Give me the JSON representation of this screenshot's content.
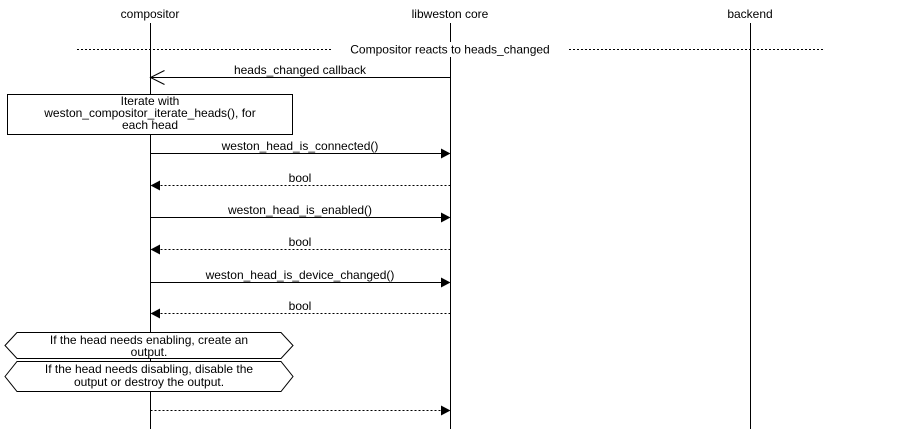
{
  "diagram": {
    "type": "uml-sequence",
    "colors": {
      "line": "#000000",
      "text": "#000000",
      "background": "#ffffff"
    }
  },
  "participants": [
    {
      "label": "compositor"
    },
    {
      "label": "libweston core"
    },
    {
      "label": "backend"
    }
  ],
  "divider": {
    "label": "Compositor reacts to heads_changed"
  },
  "messages": [
    {
      "label": "heads_changed callback",
      "from": "libweston core",
      "to": "compositor",
      "line": "solid",
      "head": "open"
    },
    {
      "label": "weston_head_is_connected()",
      "from": "compositor",
      "to": "libweston core",
      "line": "solid",
      "head": "filled"
    },
    {
      "label": "bool",
      "from": "libweston core",
      "to": "compositor",
      "line": "dotted",
      "head": "filled"
    },
    {
      "label": "weston_head_is_enabled()",
      "from": "compositor",
      "to": "libweston core",
      "line": "solid",
      "head": "filled"
    },
    {
      "label": "bool",
      "from": "libweston core",
      "to": "compositor",
      "line": "dotted",
      "head": "filled"
    },
    {
      "label": "weston_head_is_device_changed()",
      "from": "compositor",
      "to": "libweston core",
      "line": "solid",
      "head": "filled"
    },
    {
      "label": "bool",
      "from": "libweston core",
      "to": "compositor",
      "line": "dotted",
      "head": "filled"
    },
    {
      "label": "",
      "from": "compositor",
      "to": "libweston core",
      "line": "dotted",
      "head": "filled"
    }
  ],
  "notes": [
    {
      "type": "box",
      "lines": [
        "Iterate with",
        "weston_compositor_iterate_heads(), for",
        "each head"
      ]
    },
    {
      "type": "condition",
      "lines": [
        "If the head needs enabling, create an",
        "output."
      ]
    },
    {
      "type": "condition",
      "lines": [
        "If the head needs disabling, disable the",
        "output or destroy the output."
      ]
    }
  ]
}
